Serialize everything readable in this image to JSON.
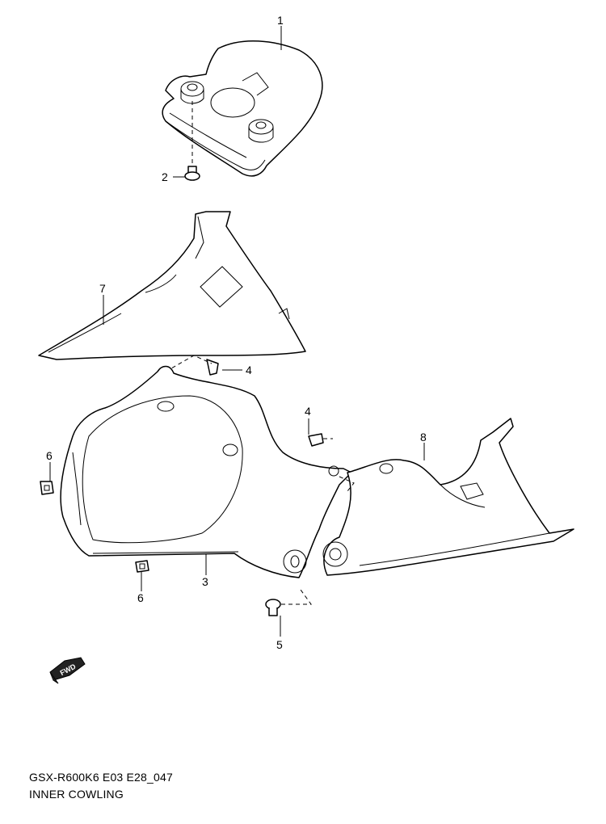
{
  "callouts": {
    "p1": "1",
    "p2": "2",
    "p3": "3",
    "p4a": "4",
    "p4b": "4",
    "p5": "5",
    "p6a": "6",
    "p6b": "6",
    "p7": "7",
    "p8": "8"
  },
  "fwd_label": "FWD",
  "caption": {
    "code": "GSX-R600K6 E03 E28_047",
    "title": "INNER COWLING"
  }
}
